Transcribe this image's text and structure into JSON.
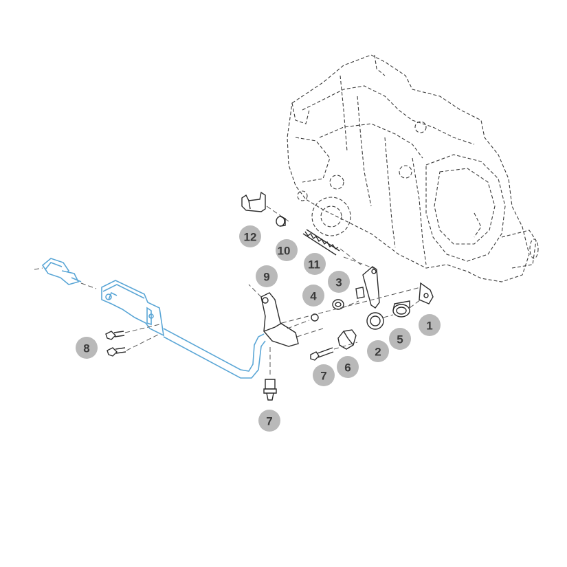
{
  "callouts": {
    "c1": "1",
    "c2": "2",
    "c3": "3",
    "c4": "4",
    "c5": "5",
    "c6": "6",
    "c7a": "7",
    "c7b": "7",
    "c8": "8",
    "c9": "9",
    "c10": "10",
    "c11": "11",
    "c12": "12"
  },
  "colors": {
    "callout_fill": "#b9b9b9",
    "callout_text": "#3a3a3a",
    "highlight_part": "#5aa6d6",
    "line": "#2a2a2a"
  }
}
